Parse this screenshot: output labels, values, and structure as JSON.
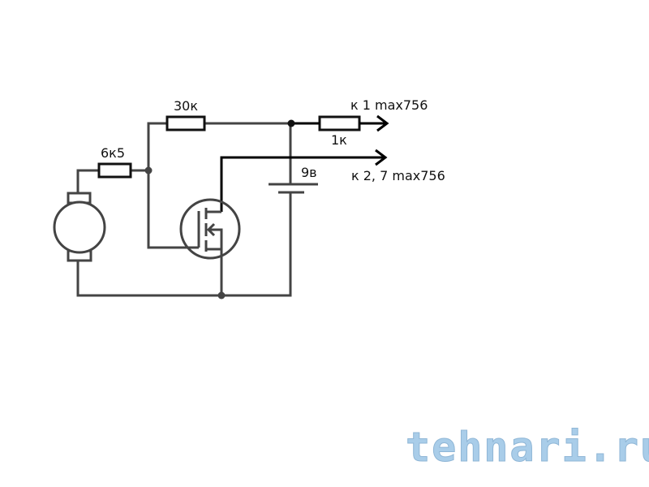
{
  "labels": {
    "r_30k": "30к",
    "r_6k5": "6к5",
    "r_1k": "1к",
    "battery": "9в",
    "out1": "к 1 max756",
    "out2": "к 2, 7 max756"
  },
  "watermark": "tehnari.ru",
  "colors": {
    "wire": "#444444",
    "output_wire": "#000000",
    "watermark": "#a9cde9"
  }
}
